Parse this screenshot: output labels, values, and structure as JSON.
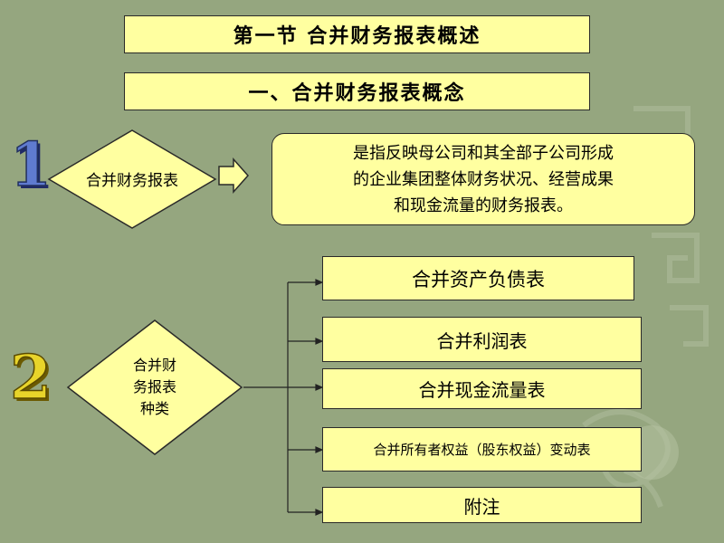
{
  "slide": {
    "section_title": "第一节   合并财务报表概述",
    "subsection_title": "一、合并财务报表概念",
    "item1": {
      "number": "1",
      "term": "合并财务报表",
      "definition_lines": [
        "是指反映母公司和其全部子公司形成",
        "的企业集团整体财务状况、经营成果",
        "和现金流量的财务报表。"
      ]
    },
    "item2": {
      "number": "2",
      "label_lines": [
        "合并财",
        "务报表",
        "种类"
      ],
      "categories": [
        "合并资产负债表",
        "合并利润表",
        "合并现金流量表",
        "合并所有者权益（股东权益）变动表",
        "附注"
      ]
    }
  },
  "colors": {
    "background": "#95a67f",
    "box_fill": "#ffffa0",
    "numeral_fill": "#3a4a8c"
  }
}
